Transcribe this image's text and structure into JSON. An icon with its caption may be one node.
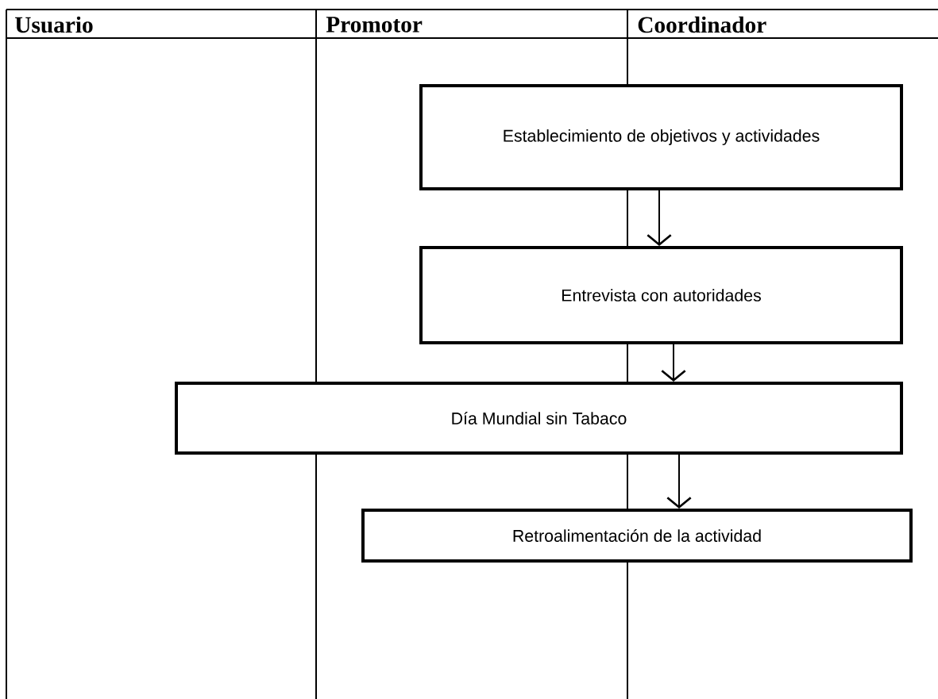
{
  "diagram": {
    "nodes": [
      {
        "text": [
          "Establecimiento de objetivos y actividades"
        ]
      },
      {
        "text": [
          "Entrevista con autoridades"
        ]
      },
      {
        "text": [
          "Día Mundial sin Tabaco"
        ]
      },
      {
        "text": [
          "Retroalimentación de la actividad"
        ]
      }
    ],
    "edges": [
      {
        "from": 0,
        "to": 1,
        "arrow": "to"
      },
      {
        "from": 1,
        "to": 2,
        "arrow": "to"
      },
      {
        "from": 2,
        "to": 3,
        "arrow": "to"
      }
    ],
    "labels": [
      "Usuario",
      "Promotor",
      "Coordinador"
    ]
  }
}
